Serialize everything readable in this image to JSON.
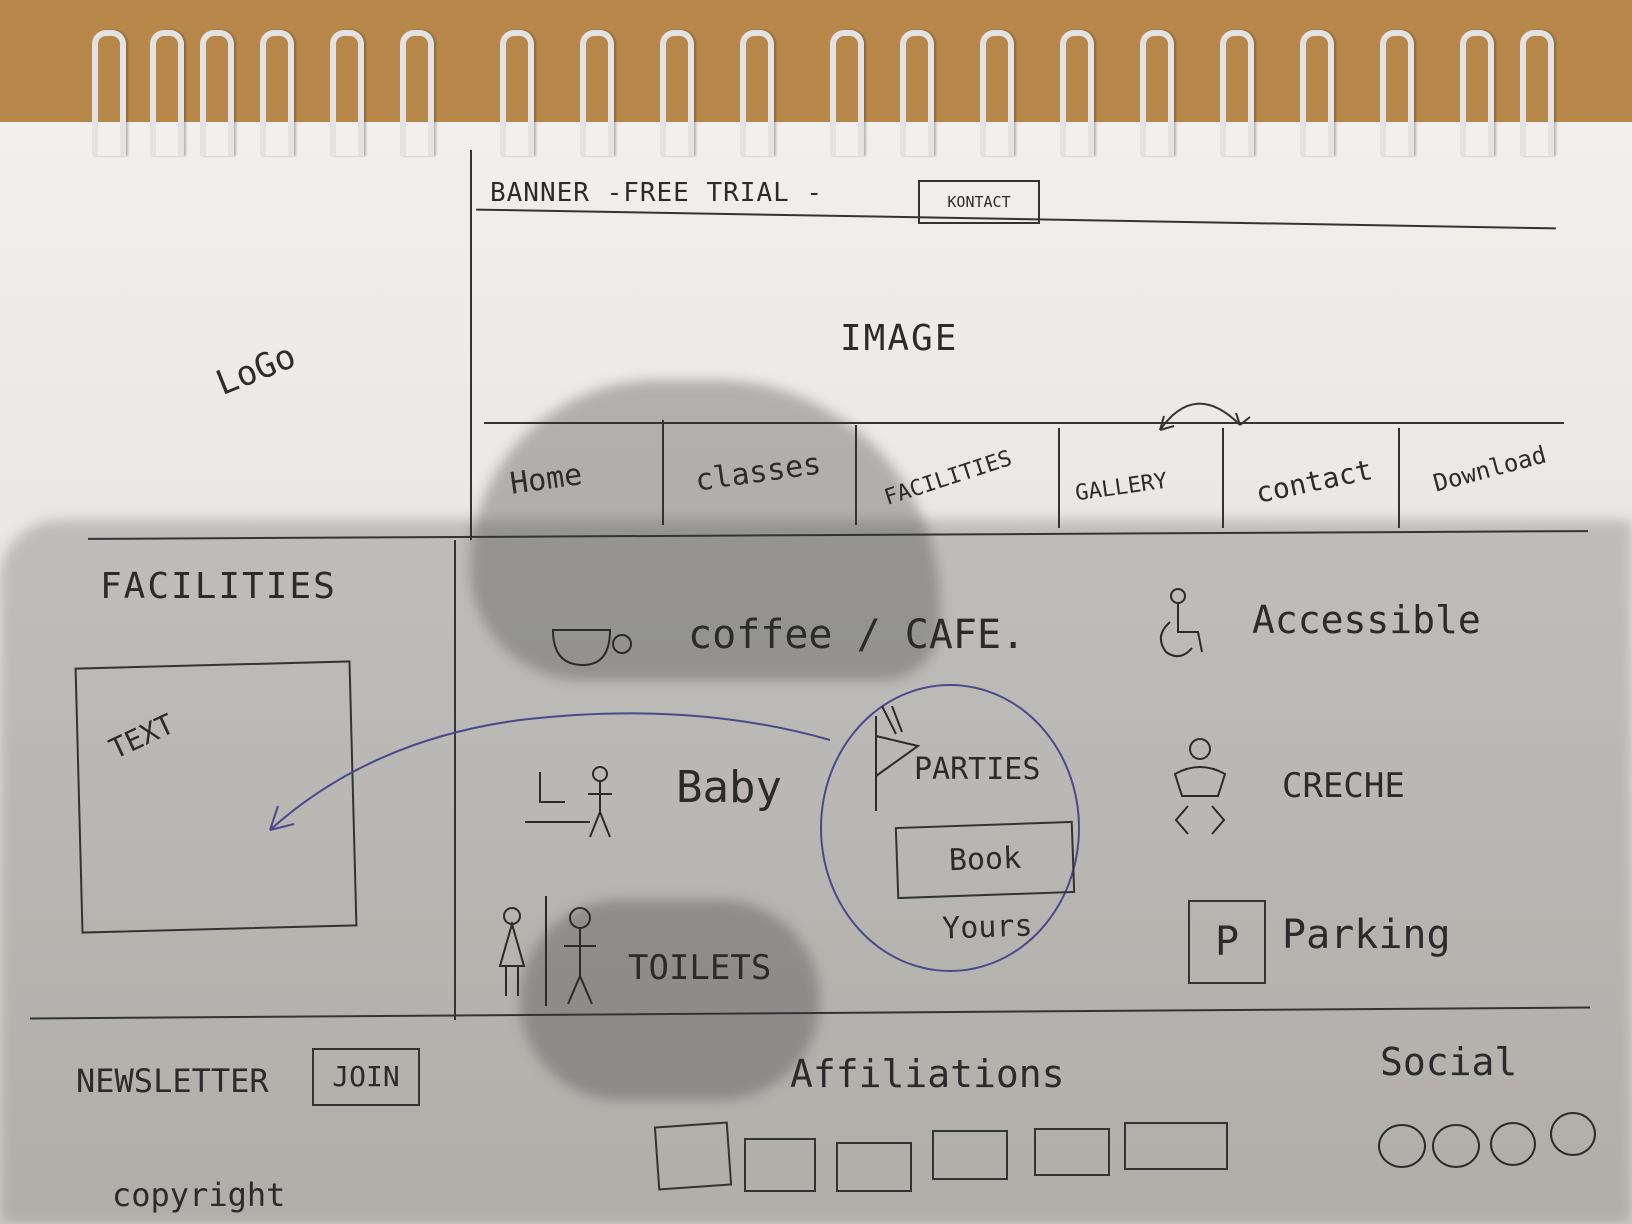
{
  "sketch": {
    "banner": {
      "text": "BANNER -FREE TRIAL -",
      "contact_button": "KONTACT"
    },
    "logo": "LoGo",
    "hero_image": "IMAGE",
    "nav": [
      "Home",
      "classes",
      "FACILITIES",
      "GALLERY",
      "contact",
      "Download"
    ],
    "facilities": {
      "heading": "FACILITIES",
      "text_box": "TEXT",
      "items": {
        "coffee": "coffee / CAFE.",
        "accessible": "Accessible",
        "baby": "Baby",
        "parties": "PARTIES",
        "book_button": "Book Yours",
        "creche": "CRECHE",
        "toilets": "TOILETS",
        "parking_icon": "P",
        "parking": "Parking"
      }
    },
    "footer": {
      "newsletter": "NEWSLETTER",
      "join_button": "JOIN",
      "affiliations": "Affiliations",
      "social": "Social",
      "copyright": "copyright"
    }
  },
  "colors": {
    "paper": "#f2f0ee",
    "desk": "#b8884a",
    "ink": "#2b2b2b",
    "blue_ink": "#4a4a8a"
  }
}
